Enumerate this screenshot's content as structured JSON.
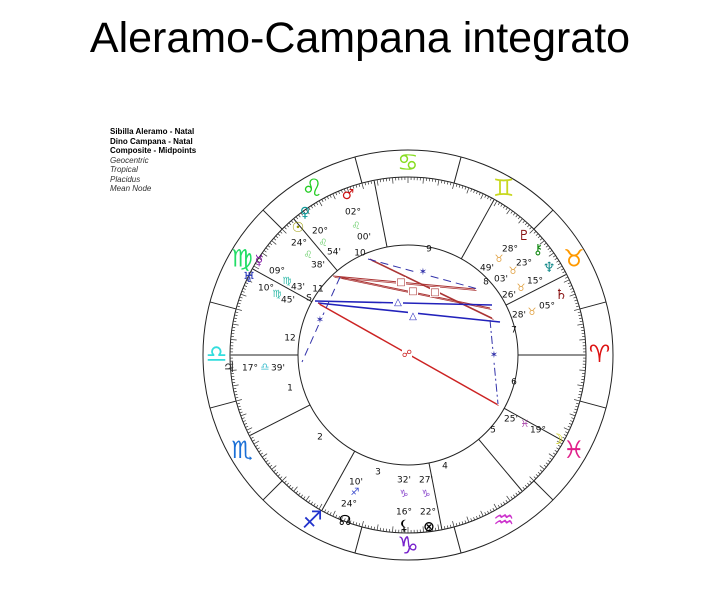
{
  "title": "Aleramo-Campana integrato",
  "legend": {
    "bold": [
      "Sibilla Aleramo - Natal",
      "Dino Campana - Natal",
      "Composite - Midpoints"
    ],
    "italic": [
      "Geocentric",
      "Tropical",
      "Placidus",
      "Mean Node"
    ]
  },
  "zodiac": [
    {
      "name": "aries",
      "glyph": "♈",
      "color": "#dd1111"
    },
    {
      "name": "taurus",
      "glyph": "♉",
      "color": "#ff9900"
    },
    {
      "name": "gemini",
      "glyph": "♊",
      "color": "#c8d820"
    },
    {
      "name": "cancer",
      "glyph": "♋",
      "color": "#88dd22"
    },
    {
      "name": "leo",
      "glyph": "♌",
      "color": "#22cc22"
    },
    {
      "name": "virgo",
      "glyph": "♍",
      "color": "#22dd66"
    },
    {
      "name": "libra",
      "glyph": "♎",
      "color": "#33dddd"
    },
    {
      "name": "scorpio",
      "glyph": "♏",
      "color": "#1a6fd6"
    },
    {
      "name": "sagittarius",
      "glyph": "♐",
      "color": "#2233cc"
    },
    {
      "name": "capricorn",
      "glyph": "♑",
      "color": "#7722cc"
    },
    {
      "name": "aquarius",
      "glyph": "♒",
      "color": "#cc33cc"
    },
    {
      "name": "pisces",
      "glyph": "♓",
      "color": "#e0208a"
    }
  ],
  "houses": [
    "1",
    "2",
    "3",
    "4",
    "5",
    "6",
    "7",
    "8",
    "9",
    "10",
    "11",
    "12"
  ],
  "planets": [
    {
      "name": "sun",
      "glyph": "☉",
      "color": "#999900",
      "deg": "24°",
      "sign": "♌",
      "sign_color": "#66cc66",
      "min": "38'"
    },
    {
      "name": "venus",
      "glyph": "♀",
      "color": "#119999",
      "deg": "20°",
      "sign": "♌",
      "sign_color": "#66cc66",
      "min": "54'"
    },
    {
      "name": "mars",
      "glyph": "♂",
      "color": "#cc1111",
      "deg": "02°",
      "sign": "♌",
      "sign_color": "#66cc66",
      "min": "00'"
    },
    {
      "name": "mercury",
      "glyph": "☿",
      "color": "#8822aa",
      "deg": "09°",
      "sign": "♍",
      "sign_color": "#33bbaa",
      "min": "43'"
    },
    {
      "name": "uranus",
      "glyph": "♅",
      "color": "#2233bb",
      "deg": "10°",
      "sign": "♍",
      "sign_color": "#33bbaa",
      "min": "45'"
    },
    {
      "name": "jupiter",
      "glyph": "♃",
      "color": "#333333",
      "deg": "17°",
      "sign": "♎",
      "sign_color": "#33bbcc",
      "min": "39'"
    },
    {
      "name": "pluto",
      "glyph": "♇",
      "color": "#881111",
      "deg": "28°",
      "sign": "♉",
      "sign_color": "#e0a040",
      "min": "49'"
    },
    {
      "name": "chiron",
      "glyph": "⚷",
      "color": "#118811",
      "deg": "23°",
      "sign": "♉",
      "sign_color": "#e0a040",
      "min": "03'"
    },
    {
      "name": "neptune",
      "glyph": "♆",
      "color": "#118888",
      "deg": "15°",
      "sign": "♉",
      "sign_color": "#e0a040",
      "min": "26'"
    },
    {
      "name": "saturn",
      "glyph": "♄",
      "color": "#881111",
      "deg": "05°",
      "sign": "♉",
      "sign_color": "#e0a040",
      "min": "28'"
    },
    {
      "name": "moon",
      "glyph": "☽",
      "color": "#cccc11",
      "deg": "19°",
      "sign": "♓",
      "sign_color": "#aa44aa",
      "min": "25'"
    },
    {
      "name": "mean-node",
      "glyph": "☊",
      "color": "#000000",
      "deg": "24°",
      "sign": "♐",
      "sign_color": "#3344cc",
      "min": "10'"
    },
    {
      "name": "lilith",
      "glyph": "⚸",
      "color": "#000000",
      "deg": "16°",
      "sign": "♑",
      "sign_color": "#8844cc",
      "min": "32'"
    },
    {
      "name": "part-of-fortune",
      "glyph": "⊗",
      "color": "#000000",
      "deg": "22°",
      "sign": "♑",
      "sign_color": "#8844cc",
      "min": "27'"
    }
  ],
  "extra_mark": "S",
  "aspects": [
    {
      "type": "square",
      "glyph": "□",
      "color": "#aa3333"
    },
    {
      "type": "square",
      "glyph": "□",
      "color": "#aa3333"
    },
    {
      "type": "square",
      "glyph": "□",
      "color": "#aa3333"
    },
    {
      "type": "sextile",
      "glyph": "✶",
      "color": "#3333aa"
    },
    {
      "type": "trine",
      "glyph": "△",
      "color": "#2222bb"
    },
    {
      "type": "trine",
      "glyph": "△",
      "color": "#2222bb"
    },
    {
      "type": "opposition",
      "glyph": "☍",
      "color": "#cc2222"
    },
    {
      "type": "sextile",
      "glyph": "✶",
      "color": "#3333aa"
    },
    {
      "type": "sextile",
      "glyph": "✶",
      "color": "#3333aa"
    }
  ]
}
